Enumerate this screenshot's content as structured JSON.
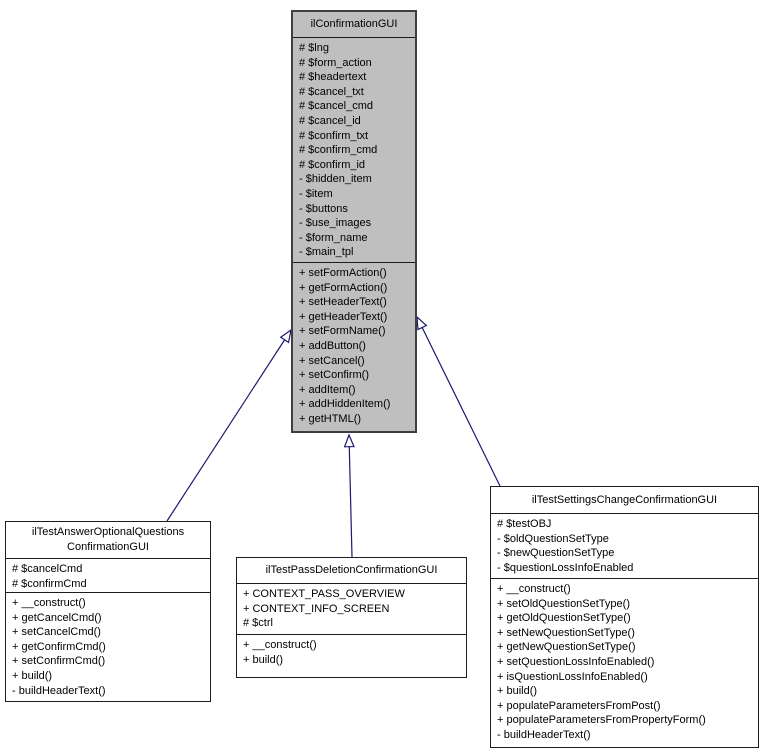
{
  "colors": {
    "focus_node_fill": "#bfbfbf",
    "node_fill": "#ffffff",
    "edge_color": "#191970",
    "border_color": "#1c1c1c"
  },
  "classes": [
    {
      "name": "ilConfirmationGUI",
      "name_lines": [
        "ilConfirmationGUI"
      ],
      "attributes": [
        "# $lng",
        "# $form_action",
        "# $headertext",
        "# $cancel_txt",
        "# $cancel_cmd",
        "# $cancel_id",
        "# $confirm_txt",
        "# $confirm_cmd",
        "# $confirm_id",
        "- $hidden_item",
        "- $item",
        "- $buttons",
        "- $use_images",
        "- $form_name",
        "- $main_tpl"
      ],
      "methods": [
        "+ setFormAction()",
        "+ getFormAction()",
        "+ setHeaderText()",
        "+ getHeaderText()",
        "+ setFormName()",
        "+ addButton()",
        "+ setCancel()",
        "+ setConfirm()",
        "+ addItem()",
        "+ addHiddenItem()",
        "+ getHTML()"
      ]
    },
    {
      "name": "ilTestAnswerOptionalQuestionsConfirmationGUI",
      "name_lines": [
        "ilTestAnswerOptionalQuestions",
        "ConfirmationGUI"
      ],
      "attributes": [
        "# $cancelCmd",
        "# $confirmCmd"
      ],
      "methods": [
        "+ __construct()",
        "+ getCancelCmd()",
        "+ setCancelCmd()",
        "+ getConfirmCmd()",
        "+ setConfirmCmd()",
        "+ build()",
        "- buildHeaderText()"
      ]
    },
    {
      "name": "ilTestPassDeletionConfirmationGUI",
      "name_lines": [
        "ilTestPassDeletionConfirmationGUI"
      ],
      "attributes": [
        "+ CONTEXT_PASS_OVERVIEW",
        "+ CONTEXT_INFO_SCREEN",
        "# $ctrl"
      ],
      "methods": [
        "+ __construct()",
        "+ build()"
      ]
    },
    {
      "name": "ilTestSettingsChangeConfirmationGUI",
      "name_lines": [
        "ilTestSettingsChangeConfirmationGUI"
      ],
      "attributes": [
        "# $testOBJ",
        "- $oldQuestionSetType",
        "- $newQuestionSetType",
        "- $questionLossInfoEnabled"
      ],
      "methods": [
        "+ __construct()",
        "+ setOldQuestionSetType()",
        "+ getOldQuestionSetType()",
        "+ setNewQuestionSetType()",
        "+ getNewQuestionSetType()",
        "+ setQuestionLossInfoEnabled()",
        "+ isQuestionLossInfoEnabled()",
        "+ build()",
        "+ populateParametersFromPost()",
        "+ populateParametersFromPropertyForm()",
        "- buildHeaderText()"
      ]
    }
  ],
  "relations": [
    {
      "type": "inheritance",
      "arrow": "hollow-triangle",
      "from": "ilTestAnswerOptionalQuestionsConfirmationGUI",
      "to": "ilConfirmationGUI"
    },
    {
      "type": "inheritance",
      "arrow": "hollow-triangle",
      "from": "ilTestPassDeletionConfirmationGUI",
      "to": "ilConfirmationGUI"
    },
    {
      "type": "inheritance",
      "arrow": "hollow-triangle",
      "from": "ilTestSettingsChangeConfirmationGUI",
      "to": "ilConfirmationGUI"
    }
  ]
}
